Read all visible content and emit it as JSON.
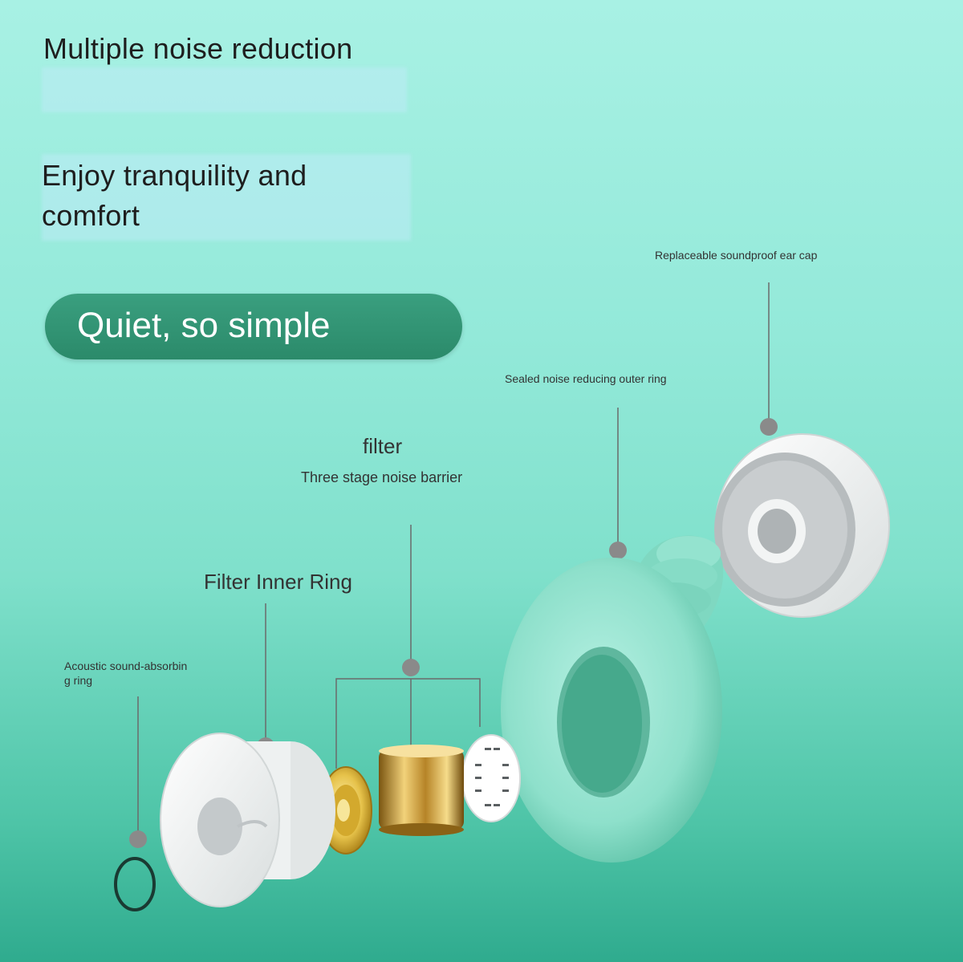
{
  "headings": {
    "line1": "Multiple noise reduction",
    "line2a": "Enjoy tranquility and",
    "line2b": "comfort"
  },
  "badge": {
    "text": "Quiet, so simple"
  },
  "callouts": {
    "ear_cap": "Replaceable soundproof ear cap",
    "outer_ring": "Sealed noise reducing outer ring",
    "filter": "filter",
    "filter_sub": "Three stage noise barrier",
    "inner_ring": "Filter Inner Ring",
    "acoustic_a": "Acoustic sound-absorbin",
    "acoustic_b": "g ring"
  },
  "colors": {
    "mint_part": "#8fe3cf",
    "white_part": "#f4f6f6",
    "gold": "#d9b53a",
    "pill": "#2f9272"
  }
}
